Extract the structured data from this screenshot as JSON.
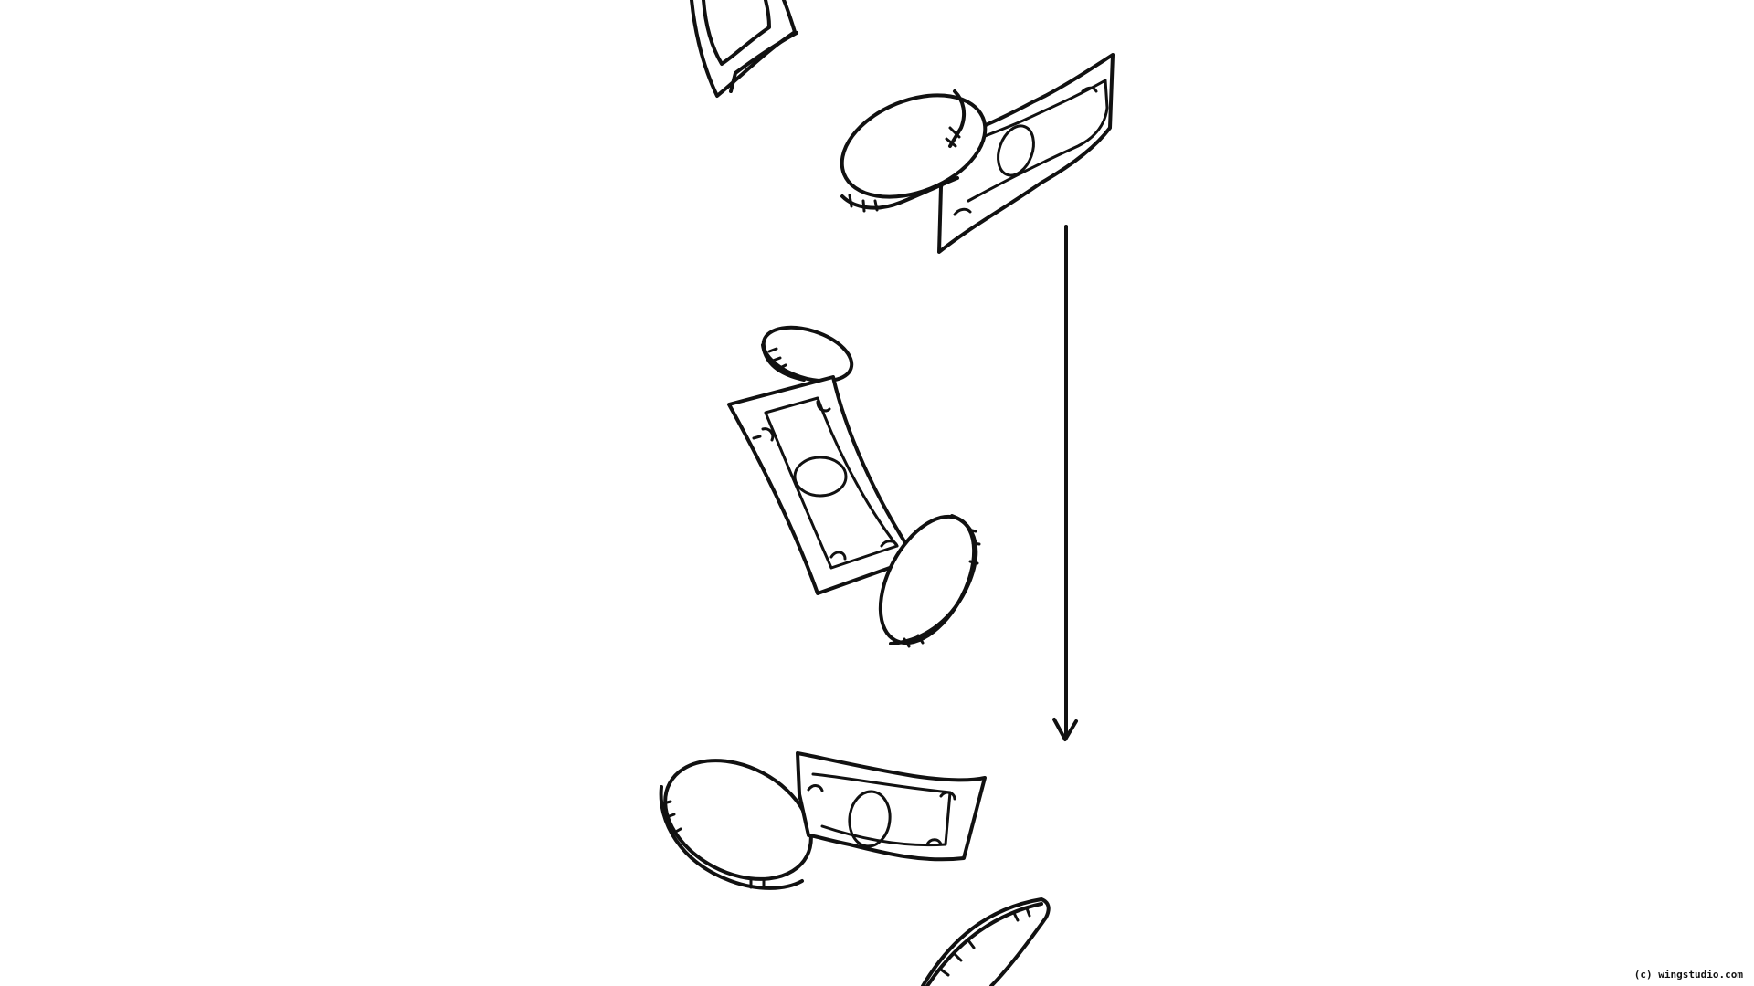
{
  "scene": {
    "description": "Hand-drawn storyboard sketch of coins and dollar bills falling, with a downward motion arrow",
    "background_color": "#ffffff",
    "line_color": "#111111",
    "objects": [
      {
        "type": "dollar-bill",
        "id": "bill-top-fragment",
        "position": "top, partially cropped"
      },
      {
        "type": "coin",
        "id": "coin-1",
        "position": "upper center"
      },
      {
        "type": "dollar-bill",
        "id": "bill-2",
        "position": "upper right, wavy"
      },
      {
        "type": "arrow",
        "id": "motion-arrow",
        "direction": "down"
      },
      {
        "type": "coin",
        "id": "coin-2",
        "position": "middle, small tilted"
      },
      {
        "type": "dollar-bill",
        "id": "bill-3",
        "position": "middle, vertical"
      },
      {
        "type": "coin",
        "id": "coin-3",
        "position": "middle lower right"
      },
      {
        "type": "coin",
        "id": "coin-4",
        "position": "lower left"
      },
      {
        "type": "dollar-bill",
        "id": "bill-4",
        "position": "lower center"
      },
      {
        "type": "coin",
        "id": "coin-5",
        "position": "bottom edge, edge-on"
      }
    ]
  },
  "footer": {
    "copyright": "(c) wingstudio.com"
  }
}
